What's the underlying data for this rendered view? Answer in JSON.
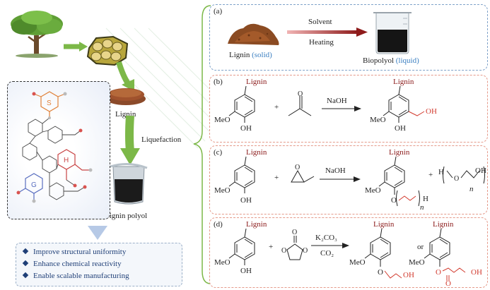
{
  "left": {
    "lignin_label": "Lignin",
    "liquefaction_label": "Liquefaction",
    "lignin_polyol_label": "Lignin polyol",
    "structure_units": [
      "S",
      "H",
      "G"
    ],
    "benefits": [
      "Improve structural uniformity",
      "Enhance chemical reactivity",
      "Enable scalable manufacturing"
    ]
  },
  "panel_a": {
    "label": "(a)",
    "solvent": "Solvent",
    "heating": "Heating",
    "lignin": "Lignin",
    "lignin_state": "(solid)",
    "biopolyol": "Biopolyol",
    "biopolyol_state": "(liquid)"
  },
  "panel_b": {
    "label": "(b)",
    "lignin": "Lignin",
    "reagent": "NaOH",
    "meo": "MeO",
    "oh": "OH",
    "product_oh": "OH"
  },
  "panel_c": {
    "label": "(c)",
    "lignin": "Lignin",
    "reagent": "NaOH",
    "meo": "MeO",
    "oh": "OH",
    "h_left": "H",
    "oh_right": "OH",
    "o": "O",
    "n": "n",
    "h_end": "H",
    "plus": "+"
  },
  "panel_d": {
    "label": "(d)",
    "lignin": "Lignin",
    "reagent_top": "K₂CO₃",
    "reagent_bottom": "CO₂",
    "meo": "MeO",
    "oh": "OH",
    "or": "or",
    "o": "O",
    "plus": "+"
  },
  "colors": {
    "panel_border_red": "#e59a8a",
    "panel_border_blue": "#7fa2c9",
    "lignin_text": "#8b1a1a",
    "highlight_red": "#d23a2e",
    "green_arrow": "#7cb848",
    "benefit_text": "#1f3f77"
  }
}
